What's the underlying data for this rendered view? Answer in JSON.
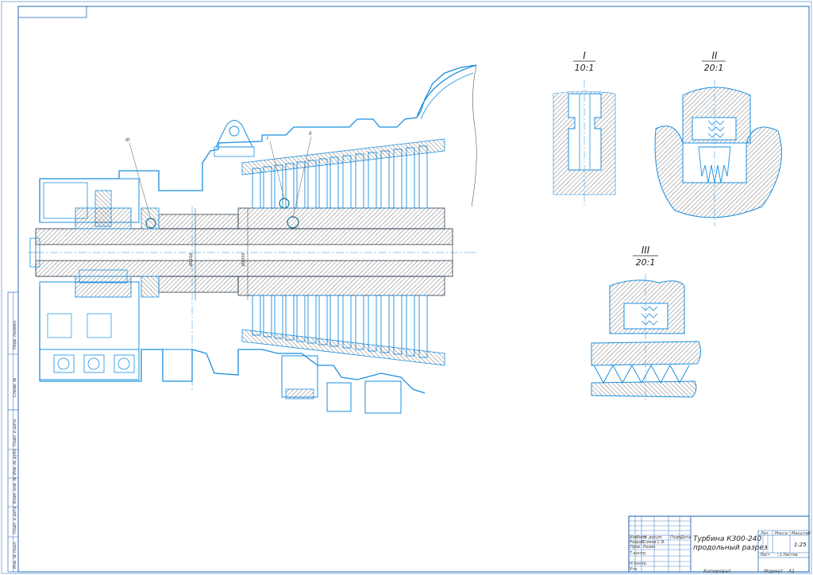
{
  "drawing": {
    "title_line1": "Турбина К300-240",
    "title_line2": "продольный разрез",
    "scale": "1:25",
    "sheet_label": "Лист",
    "sheets_label": "Листов",
    "sheets_value": "1",
    "lit_label": "Лит.",
    "mass_label": "Масса",
    "scale_label": "Масштаб",
    "copied_label": "Копировал",
    "format_label": "Формат",
    "format_value": "А1"
  },
  "views": [
    {
      "roman": "I",
      "scale": "10:1"
    },
    {
      "roman": "II",
      "scale": "20:1"
    },
    {
      "roman": "III",
      "scale": "20:1"
    }
  ],
  "callouts": {
    "leader_I": "I",
    "leader_II": "II",
    "leader_III": "III",
    "dim_1": "Ø1100",
    "dim_2": "Ø1000"
  },
  "title_block": {
    "cols": [
      "Изм",
      "Лист",
      "№ докум.",
      "Подп.",
      "Дата"
    ],
    "rows": [
      "Разраб.",
      "Пров.",
      "Т.контр.",
      "",
      "Н.контр.",
      "Утв."
    ],
    "names": [
      "Сомов С.В.",
      "Разин"
    ]
  },
  "side_strip": [
    "Перв. примен.",
    "Справ. №",
    "Подп. и дата",
    "Инв. № дубл.",
    "Взам. инв. №",
    "Подп. и дата",
    "Инв. № подл."
  ],
  "colors": {
    "line": "#1a8fe0",
    "dark": "#1d2d44",
    "hatch": "#1f1f1f",
    "frame": "#2a6bb8"
  }
}
